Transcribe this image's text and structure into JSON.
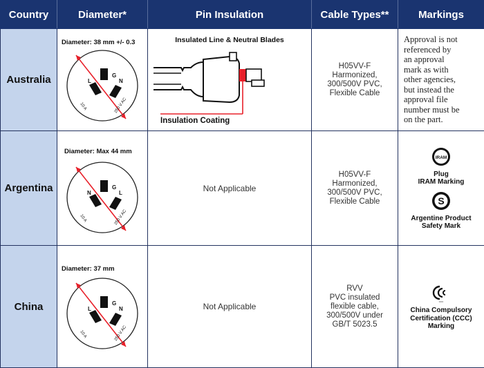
{
  "headers": {
    "country": "Country",
    "diameter": "Diameter*",
    "pin_insulation": "Pin Insulation",
    "cable_types": "Cable Types**",
    "markings": "Markings"
  },
  "socket_labels": {
    "ground": "G",
    "line": "L",
    "neutral": "N",
    "amps": "10 A",
    "volts": "250 V AC"
  },
  "rows": [
    {
      "country": "Australia",
      "diameter": "Diameter: 38 mm +/- 0.3",
      "pin_insulation": {
        "top_label": "Insulated Line & Neutral Blades",
        "bottom_label": "Insulation Coating"
      },
      "cable": [
        "H05VV-F",
        "Harmonized,",
        "300/500V PVC,",
        "Flexible Cable"
      ],
      "markings_text": [
        "Approval is not",
        "referenced by",
        "an approval",
        "mark as with",
        "other agencies,",
        "but instead the",
        "approval file",
        "number must be",
        "on the part."
      ]
    },
    {
      "country": "Argentina",
      "diameter": "Diameter: Max 44 mm",
      "pin_insulation": "Not Applicable",
      "cable": [
        "H05VV-F",
        "Harmonized,",
        "300/500V PVC,",
        "Flexible Cable"
      ],
      "marks": [
        {
          "logo_text": "IRAM",
          "title": [
            "Plug",
            "IRAM Marking"
          ]
        },
        {
          "logo_text": "S",
          "title": [
            "Argentine Product",
            "Safety Mark"
          ]
        }
      ]
    },
    {
      "country": "China",
      "diameter": "Diameter: 37 mm",
      "pin_insulation": "Not Applicable",
      "cable": [
        "RVV",
        "PVC insulated",
        "flexible cable,",
        "300/500V under",
        "GB/T 5023.5"
      ],
      "marks": [
        {
          "logo_text": "CCC",
          "title": [
            "China Compulsory",
            "Certification (CCC)",
            "Marking"
          ]
        }
      ]
    }
  ],
  "colors": {
    "header_bg": "#1a3470",
    "country_bg": "#c4d4ec",
    "accent_red": "#e8202a",
    "border": "#23325f"
  }
}
